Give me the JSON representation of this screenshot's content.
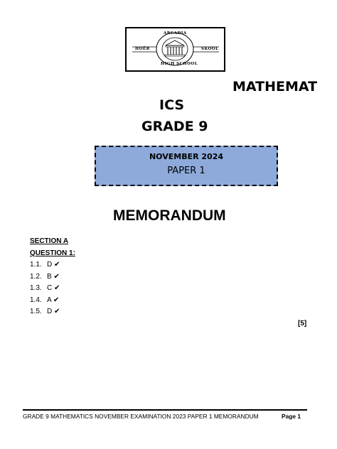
{
  "logo": {
    "arc_text": "ARCADIA",
    "left_word": "HOËR",
    "right_word": "SKOOL",
    "bottom_text": "HIGH SCHOOL"
  },
  "title": {
    "line1": "MATHEMAT",
    "line2": "ICS",
    "line3": "GRADE 9"
  },
  "paper_box": {
    "month": "NOVEMBER 2024",
    "paper": "PAPER 1"
  },
  "memo_title": "MEMORANDUM",
  "section": "SECTION A",
  "question": "QUESTION 1:",
  "answers": [
    {
      "num": "1.1.",
      "answer": "D ✔"
    },
    {
      "num": "1.2.",
      "answer": "B ✔"
    },
    {
      "num": "1.3.",
      "answer": "C ✔"
    },
    {
      "num": "1.4.",
      "answer": "A ✔"
    },
    {
      "num": "1.5.",
      "answer": "D ✔"
    }
  ],
  "total": "[5]",
  "footer": {
    "text": "GRADE 9 MATHEMATICS NOVEMBER EXAMINATION 2023 PAPER 1 MEMORANDUM",
    "page": "Page 1"
  }
}
